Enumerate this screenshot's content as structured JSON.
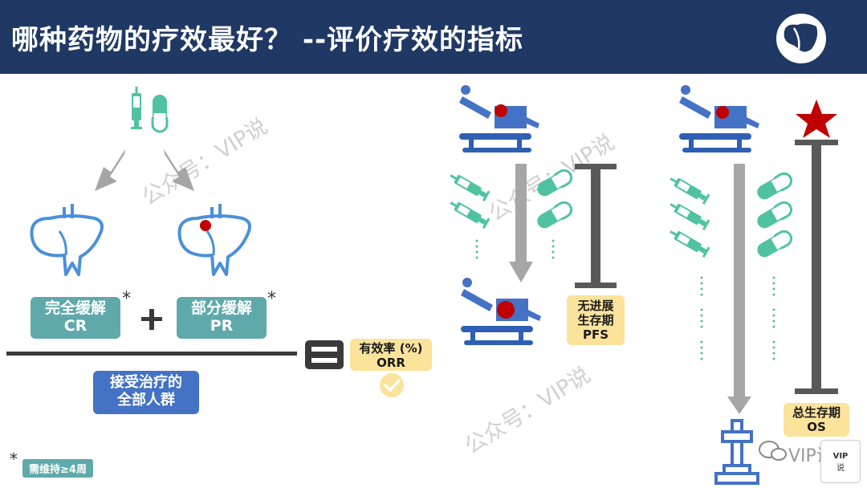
{
  "header": {
    "title": "哪种药物的疗效最好？ --评价疗效的指标"
  },
  "orr": {
    "cr_label": "完全缓解",
    "cr_abbr": "CR",
    "pr_label": "部分缓解",
    "pr_abbr": "PR",
    "asterisk": "*",
    "plus": "+",
    "denominator_line1": "接受治疗的",
    "denominator_line2": "全部人群",
    "result_label": "有效率 (%)",
    "result_abbr": "ORR"
  },
  "pfs": {
    "label_line1": "无进展",
    "label_line2": "生存期",
    "label_abbr": "PFS"
  },
  "os": {
    "label_line1": "总生存期",
    "label_abbr": "OS"
  },
  "footnote": {
    "asterisk": "*",
    "text": "需维持≥4周"
  },
  "watermarks": {
    "text": "公众号：VIP说",
    "badge_text": "VIP说"
  },
  "corner_badge": {
    "line1": "VIP",
    "line2": "说"
  },
  "colors": {
    "header_bg": "#1f3864",
    "teal": "#5fa9aa",
    "blue": "#4472c4",
    "yellow": "#fbe39c",
    "gray_arrow": "#a6a6a6",
    "dark_bar": "#595959",
    "tumor_red": "#c00000",
    "pill_green": "#4fc3a1"
  },
  "icons": [
    "syringe-icon",
    "capsule-icon",
    "liver-icon",
    "patient-bed-icon",
    "star-icon",
    "tombstone-cross-icon",
    "check-icon",
    "equals-icon",
    "wechat-icon"
  ]
}
